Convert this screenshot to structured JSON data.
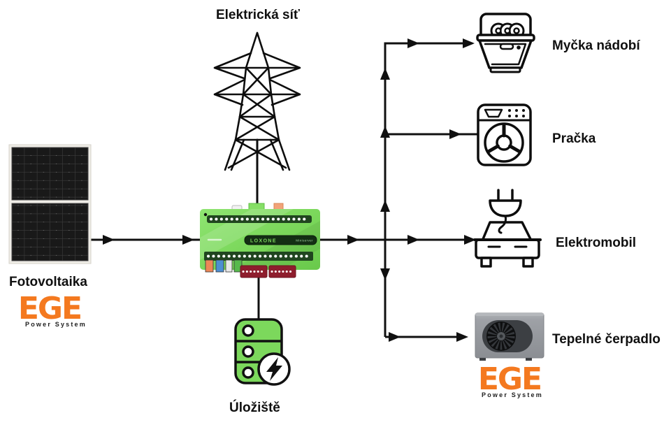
{
  "diagram": {
    "title": "home energy flow diagram",
    "grid": {
      "label": "Elektrická síť",
      "icon": "transmission-tower-icon"
    },
    "pv": {
      "label": "Fotovoltaika",
      "icon": "solar-panel-icon",
      "brand": {
        "name": "EGE",
        "subtitle": "Power System",
        "color": "#F4791F"
      }
    },
    "controller": {
      "brand": "LOXONE",
      "model": "Miniserver",
      "body_color": "#7CD85C",
      "band_color": "#142E14",
      "terminal_color": "#8E1D2D"
    },
    "storage": {
      "label": "Úložiště",
      "icon": "battery-storage-icon",
      "color": "#7CD85C"
    },
    "loads": [
      {
        "label": "Myčka nádobí",
        "icon": "dishwasher-icon"
      },
      {
        "label": "Pračka",
        "icon": "washing-machine-icon"
      },
      {
        "label": "Elektromobil",
        "icon": "electric-car-icon"
      },
      {
        "label": "Tepelné čerpadlo",
        "icon": "heat-pump-icon",
        "brand": {
          "name": "EGE",
          "subtitle": "Power System",
          "color": "#F4791F"
        }
      }
    ],
    "line_color": "#101010"
  }
}
